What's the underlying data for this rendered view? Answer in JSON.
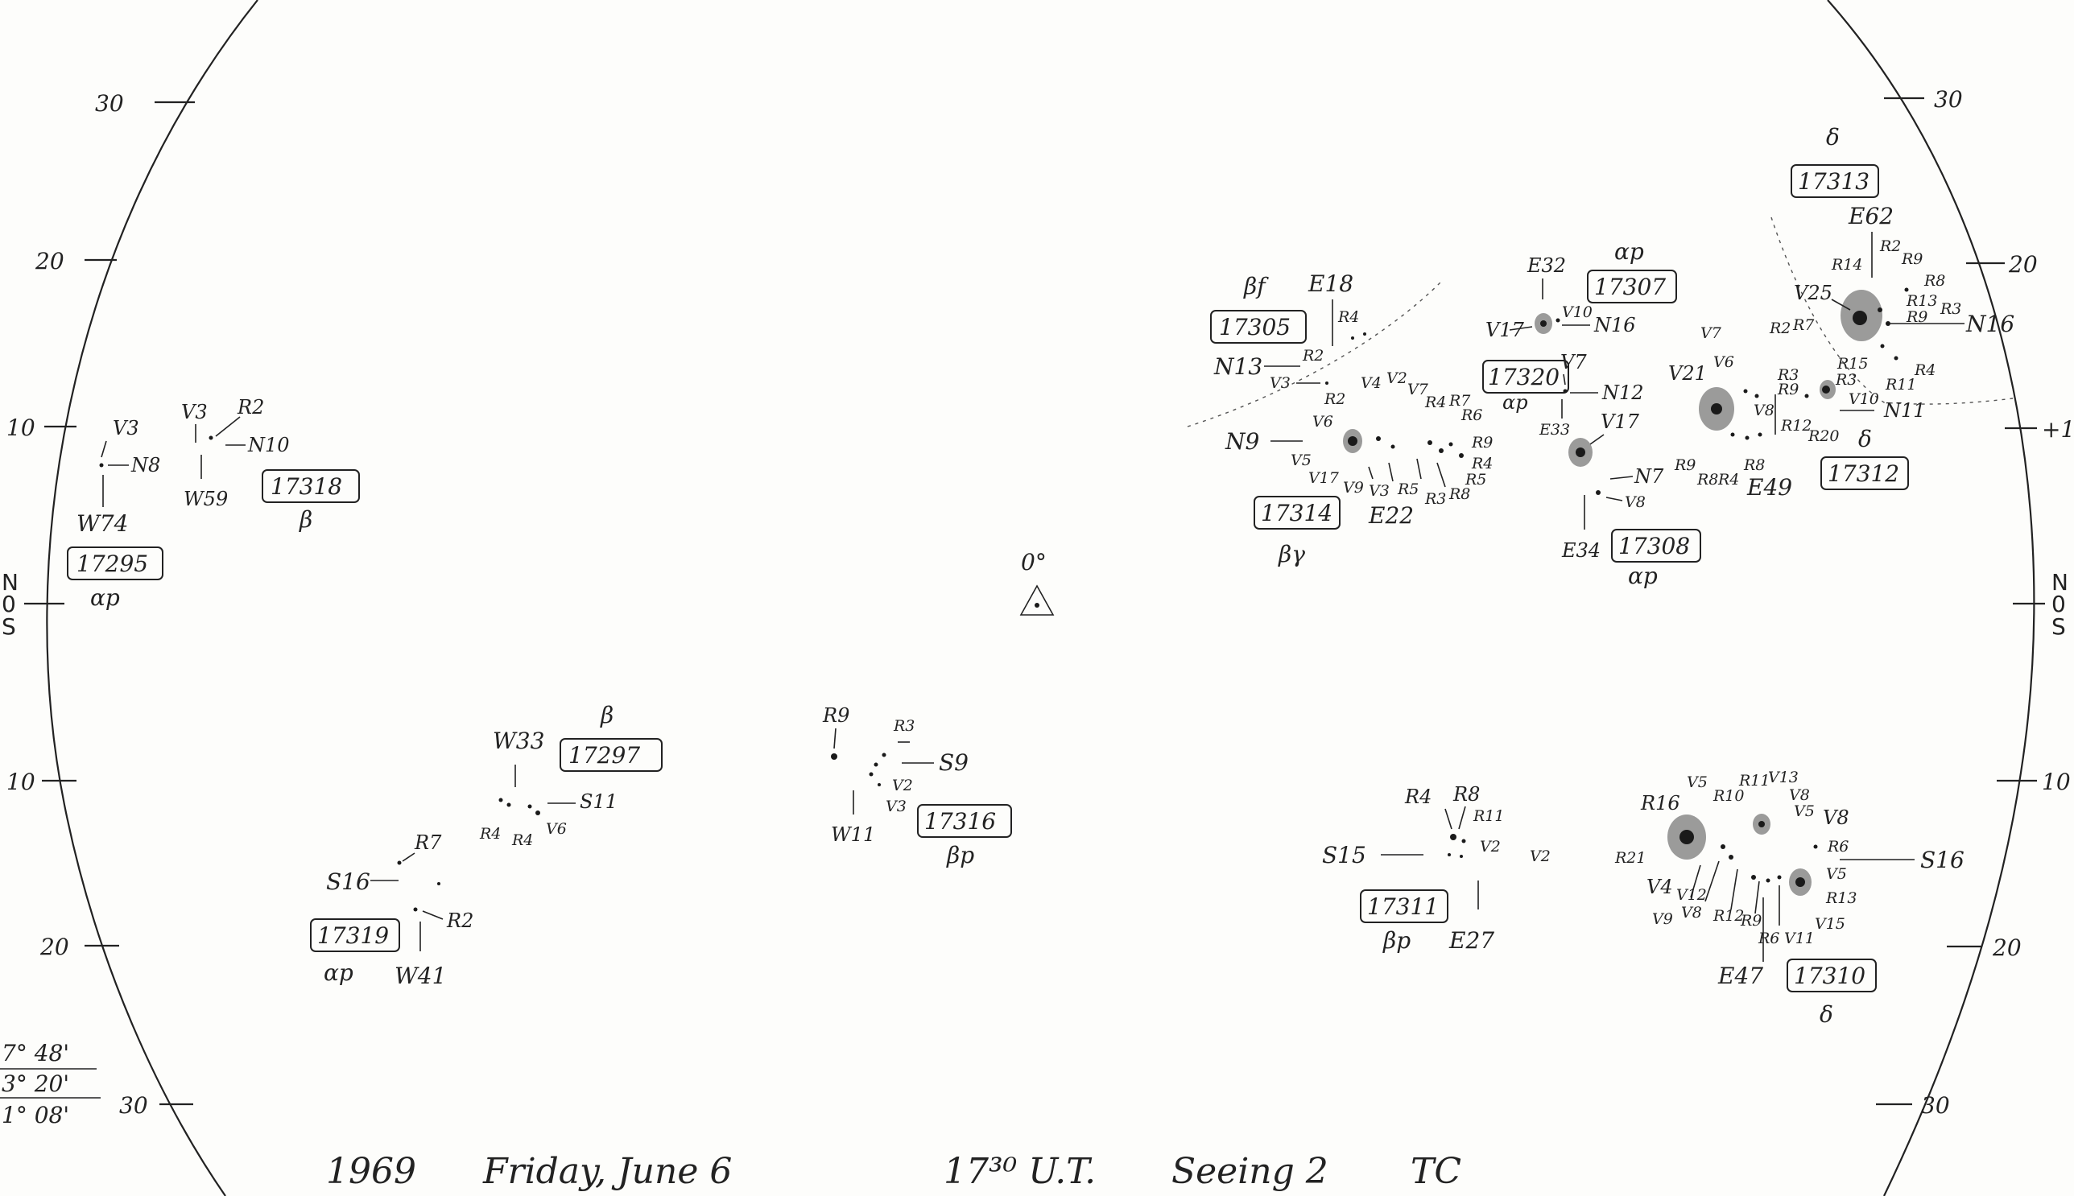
{
  "left_scale": {
    "top": [
      "30",
      "20",
      "10"
    ],
    "equator": [
      "N",
      "0",
      "S"
    ],
    "bottom": [
      "10",
      "20",
      "30"
    ]
  },
  "right_scale": {
    "top": [
      "30",
      "20",
      "+1"
    ],
    "equator": [
      "N",
      "0",
      "S"
    ],
    "bottom": [
      "10",
      "20",
      "30"
    ]
  },
  "center": {
    "label": "0°"
  },
  "corner": {
    "a": "7° 48'",
    "b": "3° 20'",
    "c": "1° 08'"
  },
  "footer": {
    "year": "1969",
    "day": "Friday, June 6",
    "time": "17³⁰ U.T.",
    "seeing": "Seeing 2",
    "observer": "TC"
  },
  "regions": [
    {
      "id": "17295",
      "class": "αp",
      "pos": "W74",
      "lat": "N8",
      "spots": [
        "V3"
      ]
    },
    {
      "id": "17318",
      "class": "β",
      "pos": "W59",
      "lat": "N10",
      "spots": [
        "V3",
        "R2"
      ]
    },
    {
      "id": "17305",
      "class": "βf",
      "pos": "E18",
      "lat": "N13",
      "spots": [
        "R4",
        "R2",
        "V3"
      ]
    },
    {
      "id": "17314",
      "class": "βγ",
      "pos": "E22",
      "lat": "N9",
      "spots": [
        "V6",
        "R2",
        "V4",
        "V2",
        "V7",
        "R4",
        "R7",
        "R6",
        "R9",
        "R4",
        "R5",
        "R8",
        "R3",
        "R5",
        "V3",
        "V9",
        "V17",
        "V5"
      ]
    },
    {
      "id": "17307",
      "class": "αp",
      "pos": "E32",
      "lat": "N16",
      "spots": [
        "V10",
        "V17"
      ]
    },
    {
      "id": "17320",
      "class": "αp",
      "pos": "E33",
      "lat": "N12",
      "spots": [
        "V7"
      ]
    },
    {
      "id": "17308",
      "class": "αp",
      "pos": "E34",
      "lat": "N7",
      "spots": [
        "V17",
        "V8"
      ]
    },
    {
      "id": "17313",
      "class": "δ",
      "pos": "E62",
      "lat": "N16",
      "spots": [
        "R14",
        "R2",
        "R9",
        "R8",
        "V25",
        "R13",
        "R3",
        "R9",
        "R4",
        "R11",
        "R15"
      ]
    },
    {
      "id": "17312",
      "class": "δ",
      "pos": "E49",
      "lat": "N11",
      "spots": [
        "V7",
        "R2",
        "R7",
        "V21",
        "V6",
        "R3",
        "R9",
        "R3",
        "V10",
        "V8",
        "R12",
        "R20",
        "R9",
        "R8",
        "R4",
        "R8"
      ]
    },
    {
      "id": "17297",
      "class": "β",
      "pos": "W33",
      "lat": "S11",
      "spots": [
        "R4",
        "R4",
        "V6"
      ]
    },
    {
      "id": "17319",
      "class": "αp",
      "pos": "W41",
      "lat": "S16",
      "spots": [
        "R7",
        "R2"
      ]
    },
    {
      "id": "17316",
      "class": "βp",
      "pos": "W11",
      "lat": "S9",
      "spots": [
        "R9",
        "R3",
        "V2",
        "V3"
      ]
    },
    {
      "id": "17311",
      "class": "βp",
      "pos": "E27",
      "lat": "S15",
      "spots": [
        "R4",
        "R8",
        "R11",
        "V2",
        "V2"
      ]
    },
    {
      "id": "17310",
      "class": "δ",
      "pos": "E47",
      "lat": "S16",
      "spots": [
        "R16",
        "V5",
        "R10",
        "R11",
        "V13",
        "V8",
        "V5",
        "V8",
        "R6",
        "R21",
        "V4",
        "V12",
        "V9",
        "V8",
        "R12",
        "R9",
        "R6",
        "V11",
        "V15",
        "R13",
        "V5"
      ]
    }
  ]
}
